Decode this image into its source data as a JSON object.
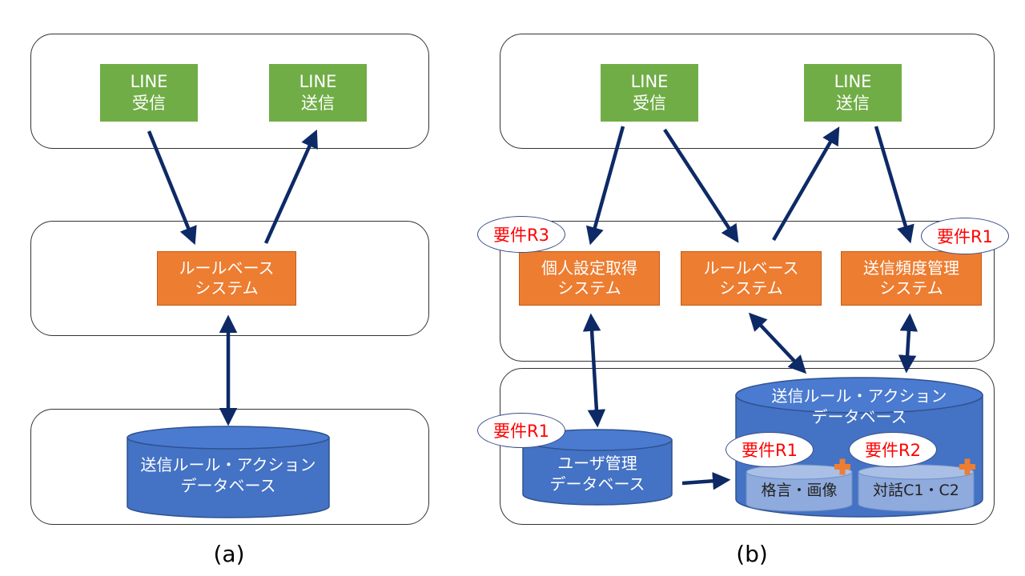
{
  "panel_a": {
    "line_receive": [
      "LINE",
      "受信"
    ],
    "line_send": [
      "LINE",
      "送信"
    ],
    "rule_system": [
      "ルールベース",
      "システム"
    ],
    "db": [
      "送信ルール・アクション",
      "データベース"
    ],
    "caption": "(a)"
  },
  "panel_b": {
    "line_receive": [
      "LINE",
      "受信"
    ],
    "line_send": [
      "LINE",
      "送信"
    ],
    "personal_system": [
      "個人設定取得",
      "システム"
    ],
    "rule_system": [
      "ルールベース",
      "システム"
    ],
    "frequency_system": [
      "送信頻度管理",
      "システム"
    ],
    "user_db": [
      "ユーザ管理",
      "データベース"
    ],
    "action_db": [
      "送信ルール・アクション",
      "データベース"
    ],
    "sub_quotes": "格言・画像",
    "sub_dialog": "対話C1・C2",
    "tag_r3": "要件R3",
    "tag_r1_top": "要件R1",
    "tag_r1_user": "要件R1",
    "tag_r1_quotes": "要件R1",
    "tag_r2": "要件R2",
    "caption": "(b)"
  },
  "colors": {
    "green": "#70ad47",
    "orange": "#ed7d31",
    "db_blue": "#4472c4",
    "arrow": "#0d2a66",
    "requirement_text": "#ff0000"
  }
}
